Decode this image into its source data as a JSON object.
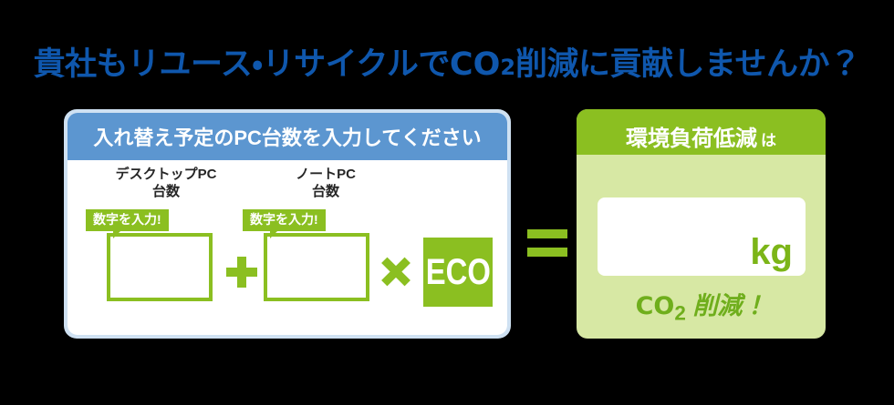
{
  "theme": {
    "background": "#000000",
    "headline_blue": "#0f57ad",
    "panel_blue_frame": "#cfe1f2",
    "header_blue": "#5c96d0",
    "accent_green": "#8bbf21",
    "panel_light_green": "#d7e8a4",
    "result_green": "#7cb518",
    "caption_green": "#6fae1c",
    "white": "#ffffff"
  },
  "headline": {
    "part1": "貴社もリユース・リサイクルで",
    "co2": "CO",
    "co2_sub": "2",
    "part2": "削減に貢献しませんか？"
  },
  "left_panel": {
    "header_title": "入れ替え予定のPC台数を入力してください",
    "fields": [
      {
        "label_line1": "デスクトップPC",
        "label_line2": "台数",
        "tag": "数字を入力!",
        "value": "",
        "placeholder": ""
      },
      {
        "label_line1": "ノートPC",
        "label_line2": "台数",
        "tag": "数字を入力!",
        "value": "",
        "placeholder": ""
      }
    ],
    "operators": {
      "plus": "+",
      "times": "×"
    },
    "eco_badge": "ECO"
  },
  "equals_operator": "=",
  "right_panel": {
    "header_main": "環境負荷低減",
    "header_suffix": "は",
    "result_value": "",
    "result_unit": "kg",
    "caption_co2": "CO",
    "caption_co2_sub": "2",
    "caption_text": "削減",
    "caption_mark": "！"
  }
}
